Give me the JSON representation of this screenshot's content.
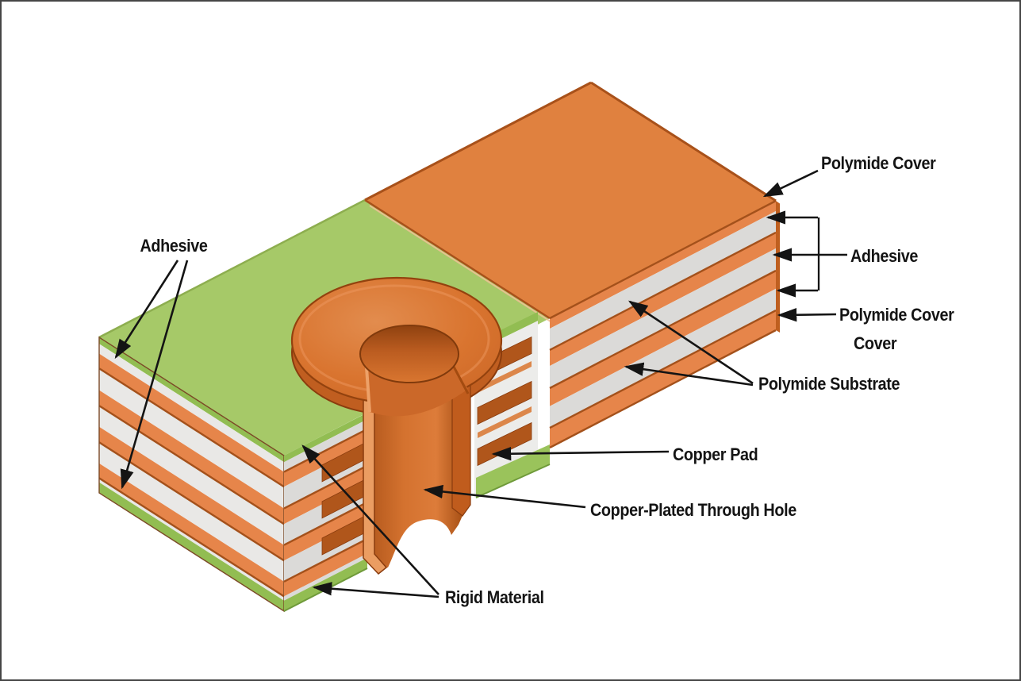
{
  "labels": {
    "adhesive_left": "Adhesive",
    "polymide_cover_top": "Polymide Cover",
    "adhesive_right": "Adhesive",
    "polymide_cover_bottom": "Polymide Cover",
    "cover_sub": "Cover",
    "polymide_substrate": "Polymide Substrate",
    "copper_pad": "Copper Pad",
    "copper_plated_through_hole": "Copper-Plated Through Hole",
    "rigid_material": "Rigid Material"
  },
  "palette": {
    "green": "#a6c968",
    "greenEdge": "#8dae4f",
    "greenBand": "#92bd52",
    "greenTab": "#9ac35b",
    "orangeTop": "#e0813f",
    "orangeStripe": "#e6854a",
    "orangeDeep": "#c05e20",
    "copperLine": "#a4511b",
    "padDark": "#b0561b",
    "grayL": "#e9e8e6",
    "grayF": "#dbdad8",
    "grayX": "#ececea",
    "ring": "#d9742f",
    "lip": "#eb9d62",
    "ink": "#141414",
    "frame": "#454545"
  }
}
